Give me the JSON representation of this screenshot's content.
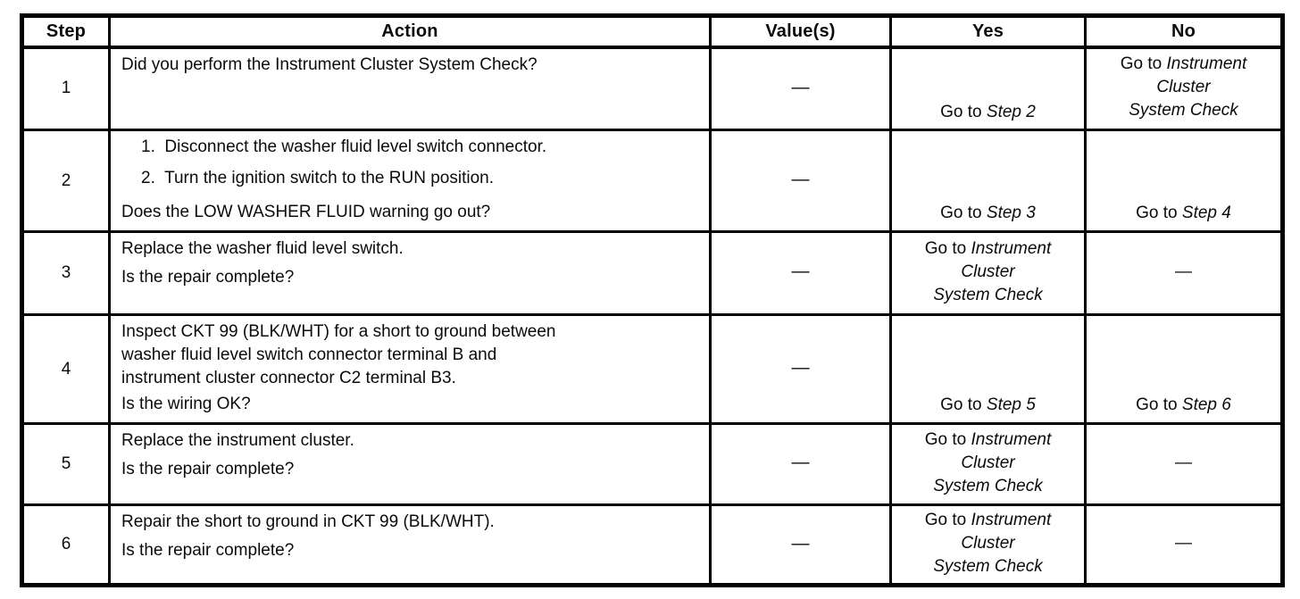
{
  "table": {
    "headers": [
      "Step",
      "Action",
      "Value(s)",
      "Yes",
      "No"
    ],
    "rows": [
      {
        "step": "1",
        "action": [
          {
            "kind": "para",
            "lines": [
              "Did you perform the Instrument Cluster System Check?"
            ]
          }
        ],
        "value": "—",
        "yes": {
          "valign": "bottom",
          "lines": [
            {
              "plain": "Go to ",
              "italic": "Step 2"
            }
          ]
        },
        "no": {
          "valign": "middle",
          "lines": [
            {
              "plain": "Go to ",
              "italic": "Instrument"
            },
            {
              "italic": "Cluster"
            },
            {
              "italic": "System Check"
            }
          ]
        }
      },
      {
        "step": "2",
        "action": [
          {
            "kind": "step",
            "num": "1.",
            "text": "Disconnect the washer fluid level switch connector."
          },
          {
            "kind": "step",
            "num": "2.",
            "text": "Turn the ignition switch to the RUN position."
          },
          {
            "kind": "question",
            "text": "Does the LOW WASHER FLUID warning go out?"
          }
        ],
        "value": "—",
        "yes": {
          "valign": "bottom",
          "lines": [
            {
              "plain": "Go to ",
              "italic": "Step 3"
            }
          ]
        },
        "no": {
          "valign": "bottom",
          "lines": [
            {
              "plain": "Go to ",
              "italic": "Step 4"
            }
          ]
        }
      },
      {
        "step": "3",
        "action": [
          {
            "kind": "para",
            "lines": [
              "Replace the washer fluid level switch."
            ]
          },
          {
            "kind": "question",
            "text": "Is the repair complete?"
          }
        ],
        "value": "—",
        "yes": {
          "valign": "middle",
          "lines": [
            {
              "plain": "Go to ",
              "italic": "Instrument"
            },
            {
              "italic": "Cluster"
            },
            {
              "italic": "System Check"
            }
          ]
        },
        "no": {
          "valign": "middle",
          "lines": [
            {
              "plain": "—"
            }
          ]
        }
      },
      {
        "step": "4",
        "action": [
          {
            "kind": "para",
            "lines": [
              "Inspect CKT 99 (BLK/WHT) for a short to ground between",
              "washer fluid level switch connector terminal B and",
              "instrument cluster connector C2 terminal B3."
            ]
          },
          {
            "kind": "question",
            "text": "Is the wiring OK?"
          }
        ],
        "value": "—",
        "yes": {
          "valign": "bottom",
          "lines": [
            {
              "plain": "Go to ",
              "italic": "Step 5"
            }
          ]
        },
        "no": {
          "valign": "bottom",
          "lines": [
            {
              "plain": "Go to ",
              "italic": "Step 6"
            }
          ]
        }
      },
      {
        "step": "5",
        "action": [
          {
            "kind": "para",
            "lines": [
              "Replace the instrument cluster."
            ]
          },
          {
            "kind": "question",
            "text": "Is the repair complete?"
          }
        ],
        "value": "—",
        "yes": {
          "valign": "middle",
          "lines": [
            {
              "plain": "Go to ",
              "italic": "Instrument"
            },
            {
              "italic": "Cluster"
            },
            {
              "italic": "System Check"
            }
          ]
        },
        "no": {
          "valign": "middle",
          "lines": [
            {
              "plain": "—"
            }
          ]
        }
      },
      {
        "step": "6",
        "action": [
          {
            "kind": "para",
            "lines": [
              "Repair the short to ground in CKT 99 (BLK/WHT)."
            ]
          },
          {
            "kind": "question",
            "text": "Is the repair complete?"
          }
        ],
        "value": "—",
        "yes": {
          "valign": "middle",
          "lines": [
            {
              "plain": "Go to ",
              "italic": "Instrument"
            },
            {
              "italic": "Cluster"
            },
            {
              "italic": "System Check"
            }
          ]
        },
        "no": {
          "valign": "middle",
          "lines": [
            {
              "plain": "—"
            }
          ]
        }
      }
    ]
  },
  "colors": {
    "border": "#000000",
    "text": "#0b0b0b",
    "background": "#ffffff"
  }
}
